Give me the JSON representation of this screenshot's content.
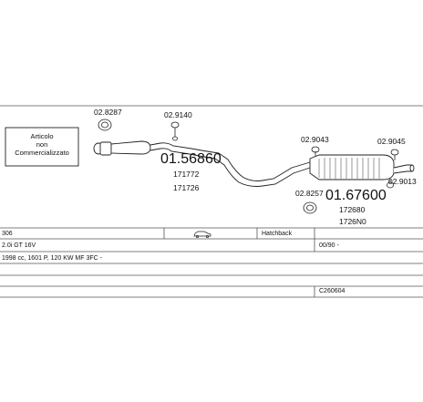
{
  "parts": {
    "tag_left": {
      "line1": "Articolo",
      "line2": "non",
      "line3": "Commercializzato"
    },
    "clamp_a": "02.8287",
    "clamp_b": "02.9140",
    "front_pipe": {
      "main": "01.56860",
      "sub1": "171772",
      "sub2": "171726"
    },
    "clamp_c": "02.9043",
    "clamp_d": "02.9045",
    "clamp_e": "02.9013",
    "clamp_f": "02.8257",
    "rear_silencer": {
      "main": "01.67600",
      "sub1": "172680",
      "sub2": "1726N0"
    }
  },
  "info": {
    "model": "306",
    "body_type": "Hatchback",
    "version": "2.0i GT 16V",
    "years": "00/90 -",
    "engine": "1998 cc, 1601 P, 120 KW MF 3FC -",
    "code": "C260604"
  },
  "colors": {
    "line": "#222222",
    "grid": "#555555"
  }
}
